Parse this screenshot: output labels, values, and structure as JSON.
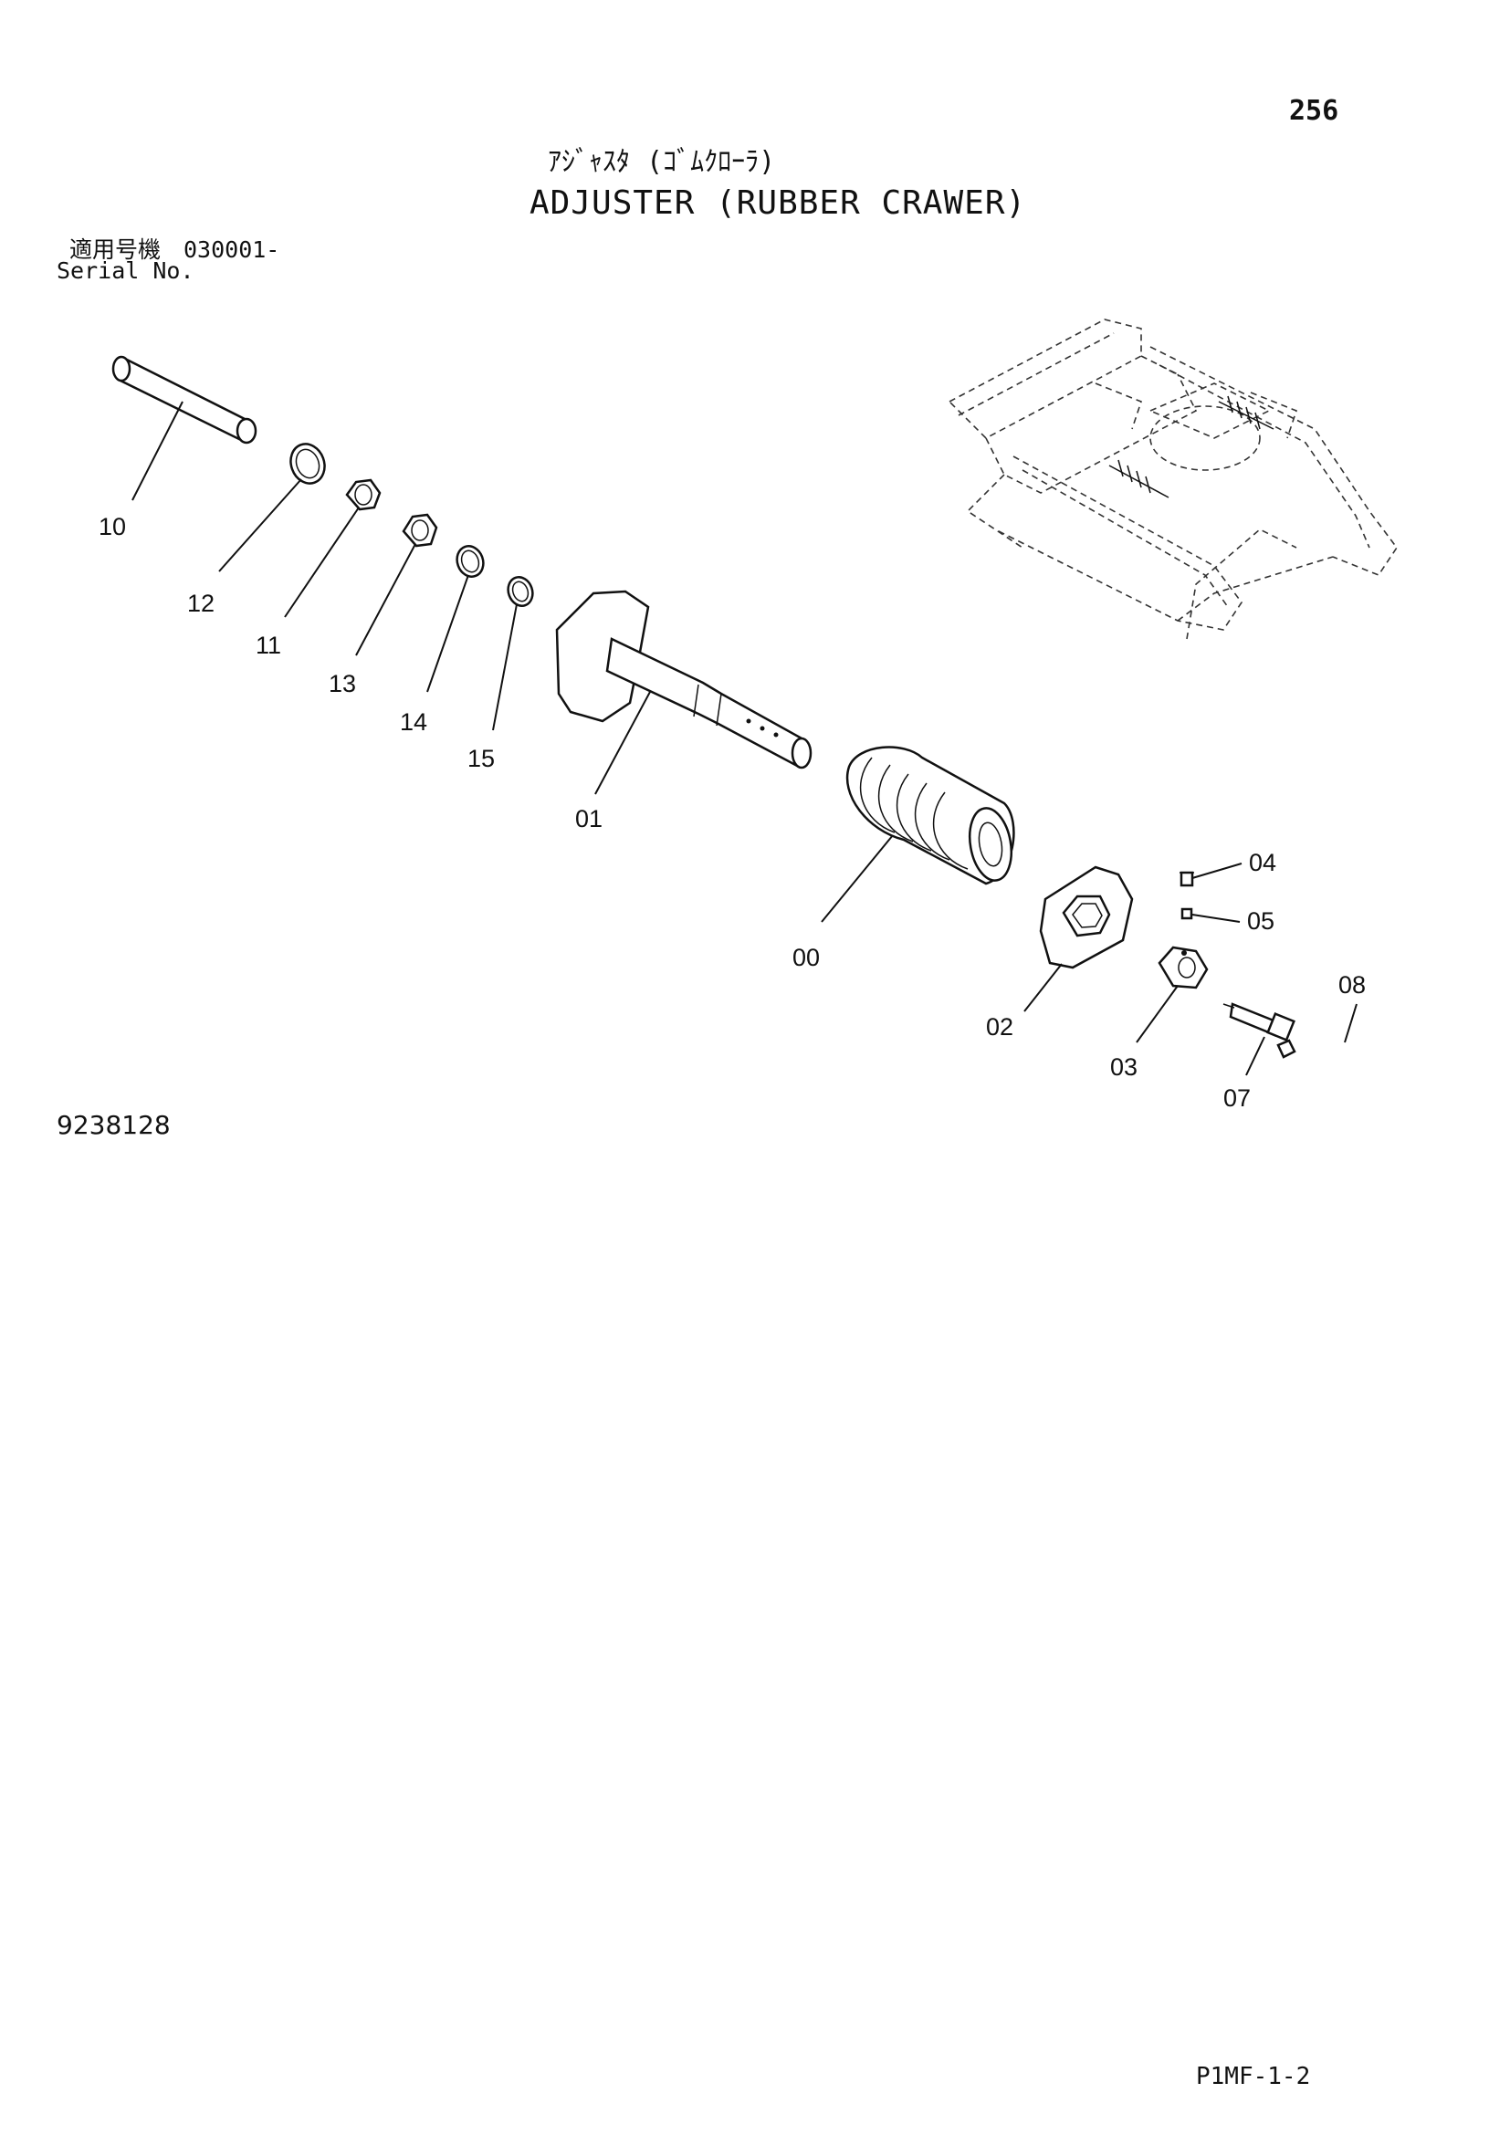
{
  "header": {
    "page_number": "256",
    "title_jp": "ｱｼﾞｬｽﾀ (ｺﾞﾑｸﾛｰﾗ)",
    "title_en": "ADJUSTER (RUBBER CRAWER)",
    "serial_jp": "適用号機　030001-",
    "serial_en": "Serial No."
  },
  "footer": {
    "drawing_number": "9238128",
    "page_ref": "P1MF-1-2"
  },
  "callouts": {
    "p10": "10",
    "p12": "12",
    "p11": "11",
    "p13": "13",
    "p14": "14",
    "p15": "15",
    "p01": "01",
    "p00": "00",
    "p04": "04",
    "p05": "05",
    "p02": "02",
    "p03": "03",
    "p07": "07",
    "p08": "08"
  }
}
